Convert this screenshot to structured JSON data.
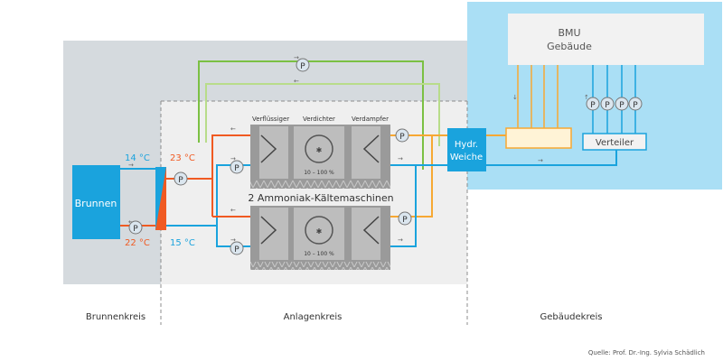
{
  "colors": {
    "cold_blue": "#1aa3dd",
    "hot_orange": "#f05a22",
    "yellow_orange": "#f7a833",
    "green": "#7bc043",
    "light_green": "#b8dc8a",
    "zone_brunnen": "#d5dade",
    "zone_anlage": "#efefef",
    "zone_gebaeude": "#aadff5",
    "machine_gray": "#9a9a9a",
    "pump_fill": "#dbe6ef"
  },
  "zones": {
    "brunnenkreis": "Brunnenkreis",
    "anlagenkreis": "Anlagenkreis",
    "gebaeudekreis": "Gebäudekreis"
  },
  "brunnen": {
    "label": "Brunnen"
  },
  "temps": {
    "well_out": "14 °C",
    "well_return": "22 °C",
    "hx_hot": "23 °C",
    "hx_cold": "15 °C"
  },
  "machines": {
    "title": "2 Ammoniak-Kältemaschinen",
    "verfluessiger": "Verflüssiger",
    "verdichter": "Verdichter",
    "verdampfer": "Verdampfer",
    "capacity": "10 – 100 %"
  },
  "hydr_weiche": {
    "line1": "Hydr.",
    "line2": "Weiche"
  },
  "building": {
    "line1": "BMU",
    "line2": "Gebäude"
  },
  "verteiler": {
    "label": "Verteiler"
  },
  "pump_label": "P",
  "source": "Quelle: Prof. Dr.-Ing. Sylvia Schädlich"
}
